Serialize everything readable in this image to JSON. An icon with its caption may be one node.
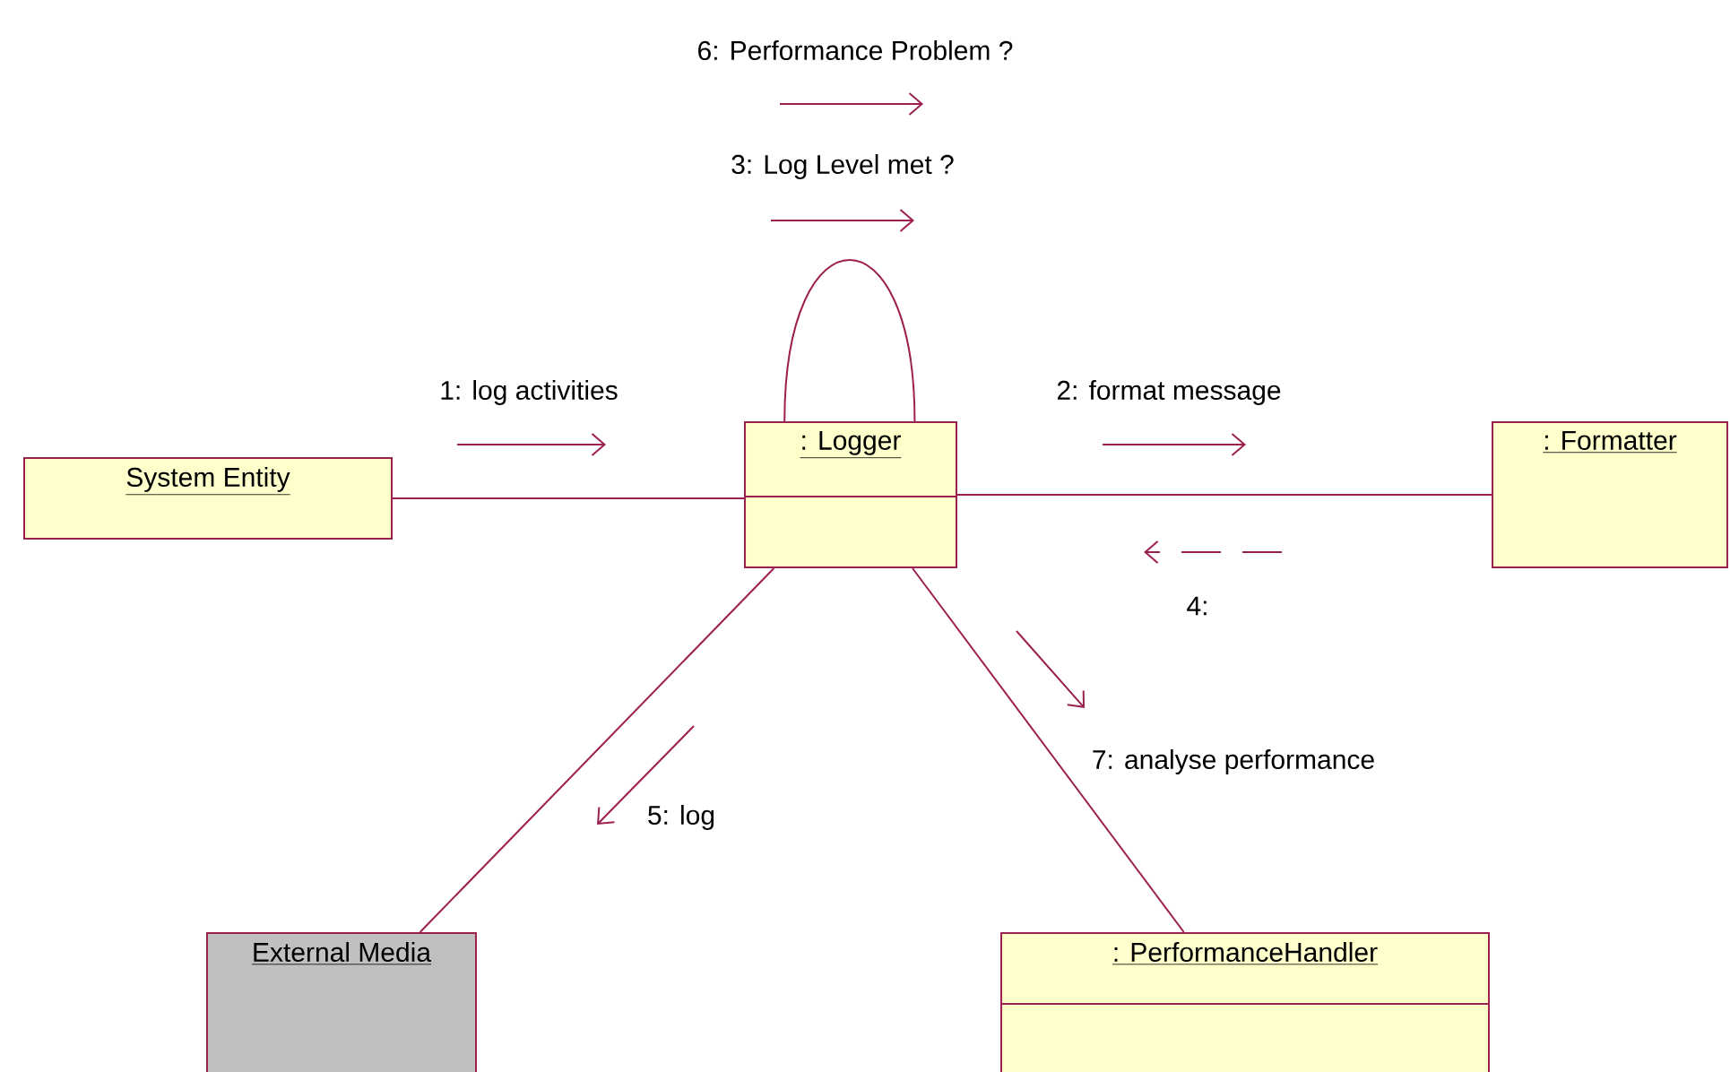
{
  "diagram": {
    "nodes": [
      {
        "text": [
          "System Entity"
        ]
      },
      {
        "text": [
          ": Logger"
        ]
      },
      {
        "text": [
          ": Formatter"
        ]
      },
      {
        "text": [
          "External Media"
        ]
      },
      {
        "text": [
          ": PerformanceHandler"
        ]
      }
    ],
    "edges": [
      {
        "from": 0,
        "to": 1,
        "arrow": "none"
      },
      {
        "from": 1,
        "to": 1,
        "arrow": "none"
      },
      {
        "from": 1,
        "to": 2,
        "arrow": "none"
      },
      {
        "from": 1,
        "to": 3,
        "arrow": "none"
      },
      {
        "from": 1,
        "to": 4,
        "arrow": "none"
      }
    ],
    "labels": [
      "6: Performance Problem ?",
      "3: Log Level met ?",
      "1: log activities",
      "2: format message",
      "4:",
      "7: analyse performance",
      "5: log"
    ]
  }
}
